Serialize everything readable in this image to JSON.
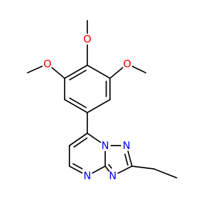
{
  "molecule": {
    "colors": {
      "bond": "#000000",
      "O": "#ff0000",
      "N": "#0000ff",
      "background": "#ffffff"
    },
    "atoms": [
      {
        "id": "o_top",
        "element": "O",
        "label": "O"
      },
      {
        "id": "o_left",
        "element": "O",
        "label": "O"
      },
      {
        "id": "o_right",
        "element": "O",
        "label": "O"
      },
      {
        "id": "n_bridge",
        "element": "N",
        "label": "N"
      },
      {
        "id": "n_triazole_top",
        "element": "N",
        "label": "N"
      },
      {
        "id": "n_triazole_bottom",
        "element": "N",
        "label": "N"
      },
      {
        "id": "n_pyrimidine",
        "element": "N",
        "label": "N"
      }
    ]
  }
}
